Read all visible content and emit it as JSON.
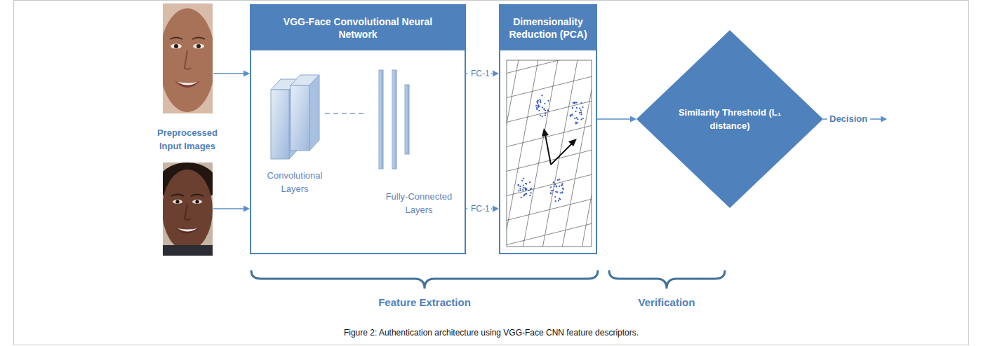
{
  "diagram": {
    "caption": "Figure 2: Authentication architecture using VGG-Face CNN feature descriptors.",
    "nodes": [
      {
        "text": [
          "VGG-Face Convolutional Neural Network"
        ]
      },
      {
        "text": [
          "Dimensionality Reduction (PCA)"
        ]
      },
      {
        "text": [
          "Similarity Threshold (L₁ distance)"
        ]
      }
    ],
    "edges": [
      {
        "from": 0,
        "to": 1,
        "label": "FC-1",
        "arrow": "to"
      },
      {
        "from": 0,
        "to": 1,
        "label": "FC-1",
        "arrow": "to"
      },
      {
        "from": 1,
        "to": 2,
        "arrow": "to"
      }
    ],
    "labels": [
      "Preprocessed Input Images",
      "Convolutional Layers",
      "Fully-Connected Layers",
      "Decision",
      "Feature Extraction",
      "Verification"
    ]
  }
}
